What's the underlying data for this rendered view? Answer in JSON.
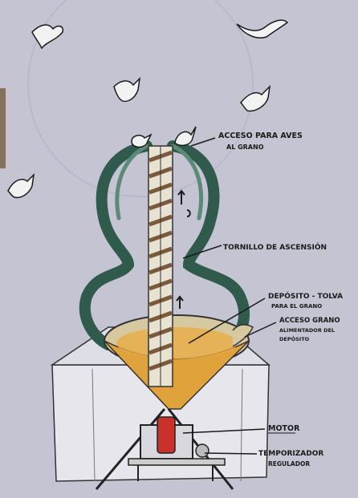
{
  "colors": {
    "paper": "#c9c9d6",
    "ink": "#1a1a1a",
    "vine_green": "#2f5a4c",
    "grain_orange": "#e0a23a",
    "motor_red": "#c8322a"
  },
  "labels": {
    "access_line1": "ACCESO PARA AVES",
    "access_line2": "AL GRANO",
    "screw": "TORNILLO DE ASCENSIÓN",
    "hopper_line1": "DEPÓSITO - TOLVA",
    "hopper_line2": "PARA EL GRANO",
    "feed_line1": "ACCESO GRANO",
    "feed_line2": "ALIMENTADOR DEL",
    "feed_line3": "DEPÓSITO",
    "motor": "MOTOR",
    "timer_line1": "TEMPORIZADOR",
    "timer_line2": "REGULADOR"
  },
  "icons": {
    "birds": "bird-icon",
    "flow_arrows": "arrow-icon"
  }
}
